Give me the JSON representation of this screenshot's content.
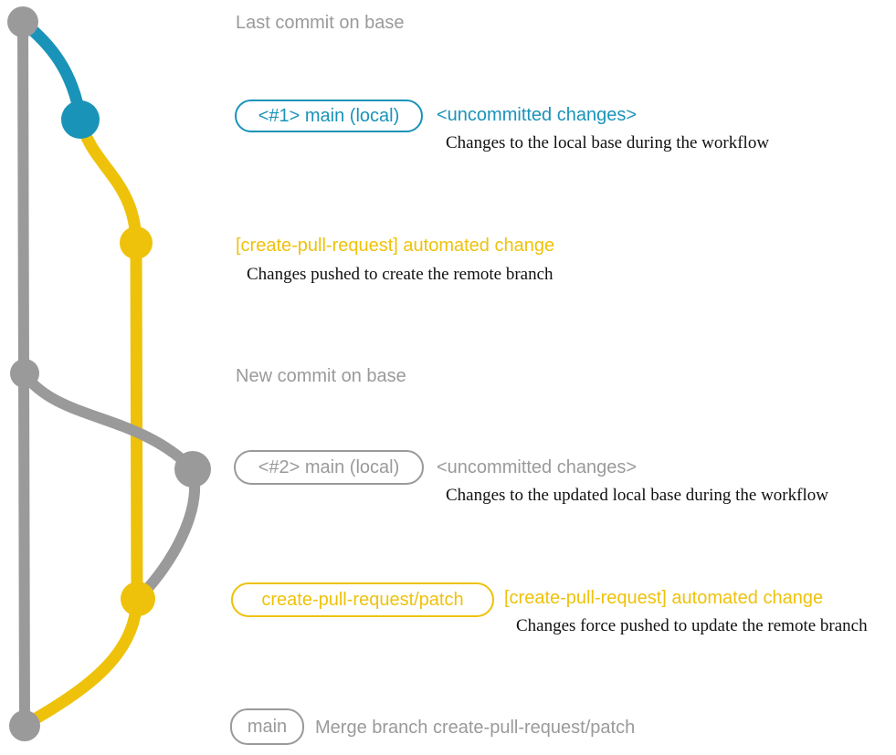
{
  "colors": {
    "gray": "#9a9a9a",
    "blue": "#1a93b8",
    "yellow": "#eec20b",
    "text_dark": "#111111"
  },
  "rows": {
    "last_commit": {
      "label": "Last commit on base"
    },
    "commit_local_1": {
      "badge": "<#1> main (local)",
      "title": "<uncommitted changes>",
      "description": "Changes to the local base during the workflow"
    },
    "commit_remote_1": {
      "title": "[create-pull-request] automated change",
      "description": "Changes pushed to create the remote branch"
    },
    "new_commit": {
      "label": "New commit on base"
    },
    "commit_local_2": {
      "badge": "<#2> main (local)",
      "title": "<uncommitted changes>",
      "description": "Changes to the updated local base during the workflow"
    },
    "commit_remote_2": {
      "badge": "create-pull-request/patch",
      "title": "[create-pull-request] automated change",
      "description": "Changes force pushed to update the remote branch"
    },
    "merge_commit": {
      "badge": "main",
      "label": "Merge branch create-pull-request/patch"
    }
  }
}
